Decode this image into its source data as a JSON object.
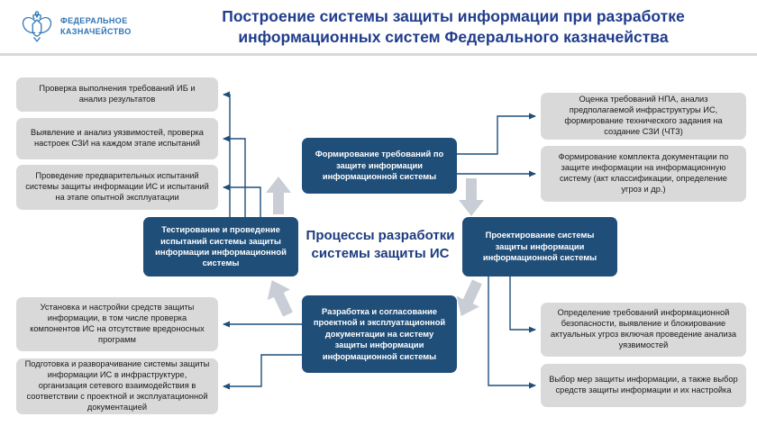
{
  "header": {
    "logo": {
      "line1": "ФЕДЕРАЛЬНОЕ",
      "line2": "КАЗНАЧЕЙСТВО"
    },
    "title_line1": "Построение системы защиты информации при разработке",
    "title_line2": "информационных систем Федерального казначейства"
  },
  "colors": {
    "stage_box_blue": "#1F4E79",
    "title_blue": "#203C8C",
    "activity_box_gray": "#D9D9D9",
    "logo_blue": "#2E74B5",
    "connector_blue": "#1F4E79",
    "cycle_arrow_gray": "#C9CED6"
  },
  "diagram": {
    "center": {
      "line1": "Процессы разработки",
      "line2": "системы защиты ИС"
    },
    "stages": {
      "top": "Формирование требований по защите информации информационной системы",
      "right": "Проектирование системы защиты информации информационной системы",
      "bottom": "Разработка и согласование проектной и эксплуатационной документации на систему защиты информации информационной системы",
      "left": "Тестирование и проведение испытаний системы защиты информации информационной системы"
    },
    "left_items": [
      "Проверка выполнения требований ИБ и анализ результатов",
      "Выявление и анализ уязвимостей, проверка настроек СЗИ на каждом этапе испытаний",
      "Проведение предварительных испытаний системы защиты информации ИС и испытаний на этапе опытной эксплуатации",
      "Установка и настройки средств защиты информации, в том числе проверка компонентов ИС на отсутствие вредоносных программ",
      "Подготовка и разворачивание системы защиты информации ИС в инфраструктуре, организация сетевого взаимодействия в соответствии с проектной и эксплуатационной документацией"
    ],
    "right_items": [
      "Оценка требований НПА, анализ предполагаемой инфраструктуры ИС, формирование технического задания на создание СЗИ (ЧТЗ)",
      "Формирование комплекта документации по защите информации на информационную систему (акт классификации, определение угроз и др.)",
      "Определение требований информационной безопасности, выявление и блокирование актуальных угроз включая проведение анализа уязвимостей",
      "Выбор мер защиты информации, а также выбор средств защиты информации и их настройка"
    ]
  }
}
